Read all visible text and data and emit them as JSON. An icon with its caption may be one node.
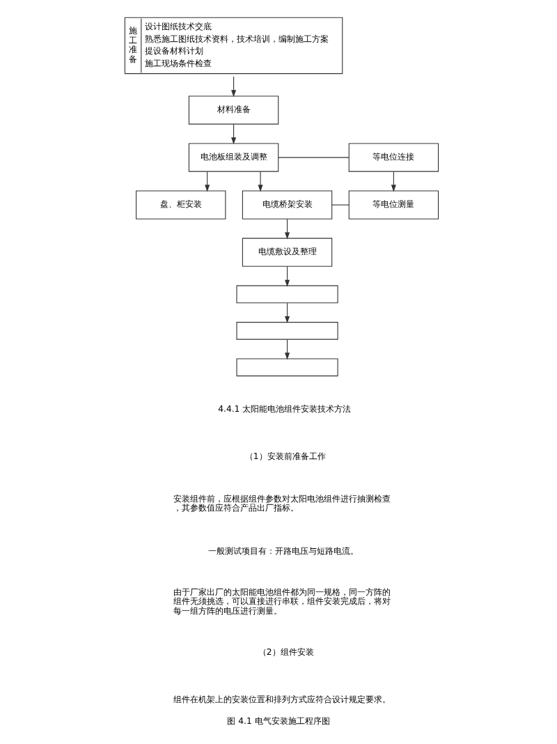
{
  "diagram": {
    "caption": "图 4.1 电气安装施工程序图",
    "nodes": [
      {
        "text": [
          "施工准备",
          "设计图纸技术交底",
          "熟悉施工图纸技术资料，技术培训，编制施工方案",
          "提设备材料计划",
          "施工现场条件检查"
        ]
      },
      {
        "text": [
          "材料准备"
        ]
      },
      {
        "text": [
          "电池板组装及调整"
        ]
      },
      {
        "text": [
          "等电位连接"
        ]
      },
      {
        "text": [
          "盘、柜安装"
        ]
      },
      {
        "text": [
          "电缆桥架安装"
        ]
      },
      {
        "text": [
          "等电位测量"
        ]
      },
      {
        "text": [
          "电缆敷设及整理"
        ]
      },
      {
        "text": [],
        "shape": "box"
      },
      {
        "text": [],
        "shape": "box"
      },
      {
        "text": [],
        "shape": "box"
      }
    ],
    "edges": [
      {
        "from": 0,
        "to": 1,
        "arrow": "to"
      },
      {
        "from": 1,
        "to": 2,
        "arrow": "to"
      },
      {
        "from": 2,
        "to": 4,
        "arrow": "to"
      },
      {
        "from": 2,
        "to": 5,
        "arrow": "to"
      },
      {
        "from": 2,
        "to": 3,
        "arrow": "none"
      },
      {
        "from": 3,
        "to": 6,
        "arrow": "to"
      },
      {
        "from": 5,
        "to": 6,
        "arrow": "none"
      },
      {
        "from": 5,
        "to": 7,
        "arrow": "to"
      },
      {
        "from": 7,
        "to": 8,
        "arrow": "to"
      },
      {
        "from": 8,
        "to": 9,
        "arrow": "to"
      },
      {
        "from": 9,
        "to": 10,
        "arrow": "to"
      }
    ],
    "labels": [
      "4.4.1 太阳能电池组件安装技术方法",
      "（1）安装前准备工作",
      "安装组件前，应根据组件参数对太阳电池组件进行抽测检查，其参数值应符合产品出厂指标。",
      "一般测试项目有：开路电压与短路电流。",
      "由于厂家出厂的太阳能电池组件都为同一规格，同一方阵的组件无须挑选，可以直接进行串联，组件安装完成后，将对每一组方阵的电压进行测量。",
      "（2）组件安装",
      "组件在机架上的安装位置和排列方式应符合设计规定要求。"
    ]
  }
}
